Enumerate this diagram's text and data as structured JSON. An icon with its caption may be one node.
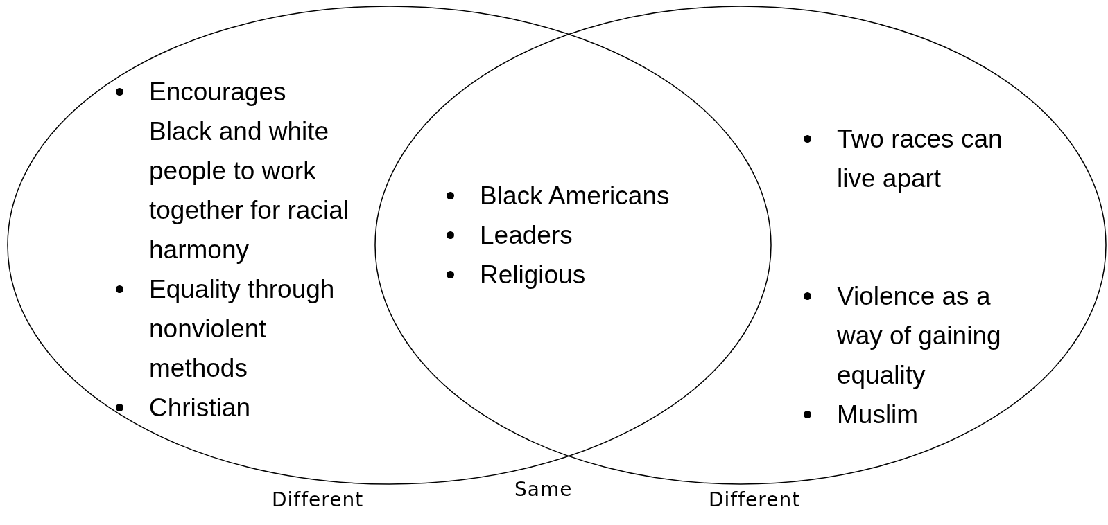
{
  "diagram": {
    "nodes": [
      {
        "text": [
          "Encourages Black and white people to work together for racial harmony",
          "Equality through nonviolent methods",
          "Christian"
        ]
      },
      {
        "text": [
          "Two races can live apart",
          "Violence as a way of gaining equality",
          "Muslim"
        ]
      }
    ],
    "labels": [
      "Black Americans",
      "Leaders",
      "Religious",
      "Different",
      "Same",
      "Different"
    ]
  }
}
